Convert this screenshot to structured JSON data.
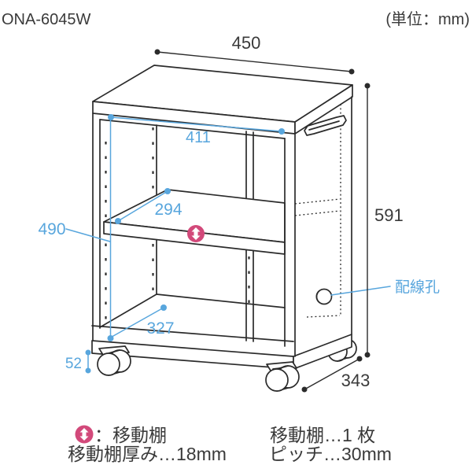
{
  "header": {
    "model": "ONA-6045W",
    "unit_note": "(単位：mm)"
  },
  "diagram": {
    "type": "furniture-dimension-drawing",
    "dimensions": {
      "top_width": "450",
      "inner_width": "411",
      "shelf_depth": "294",
      "inner_height": "490",
      "floor_depth": "327",
      "caster_height": "52",
      "body_height": "591",
      "outer_depth": "343"
    },
    "labels": {
      "wiring_hole": "配線孔"
    }
  },
  "legend": {
    "marker_label": "：移動棚",
    "shelf_thickness": "移動棚厚み…18mm",
    "shelf_count": "移動棚…1 枚",
    "pitch": "ピッチ…30mm"
  },
  "colors": {
    "line": "#2b2b2b",
    "accent_blue": "#58a6dd",
    "accent_pink": "#d2497a",
    "background": "#ffffff"
  }
}
